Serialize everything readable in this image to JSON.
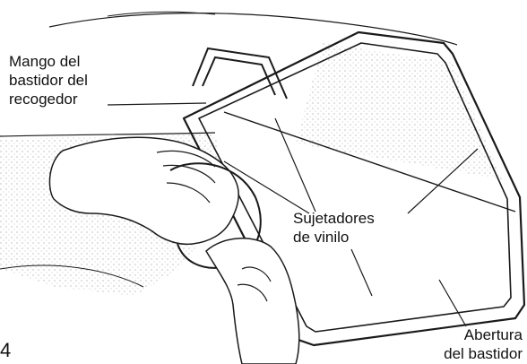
{
  "figure": {
    "step_number": "4",
    "labels": {
      "mango": [
        "Mango del",
        "bastidor del",
        "recogedor"
      ],
      "sujetadores": [
        "Sujetadores",
        "de vinilo"
      ],
      "abertura": [
        "Abertura",
        "del bastidor"
      ]
    },
    "colors": {
      "line": "#1a1a1a",
      "stipple": "#9a9a9a",
      "background": "#ffffff"
    }
  }
}
